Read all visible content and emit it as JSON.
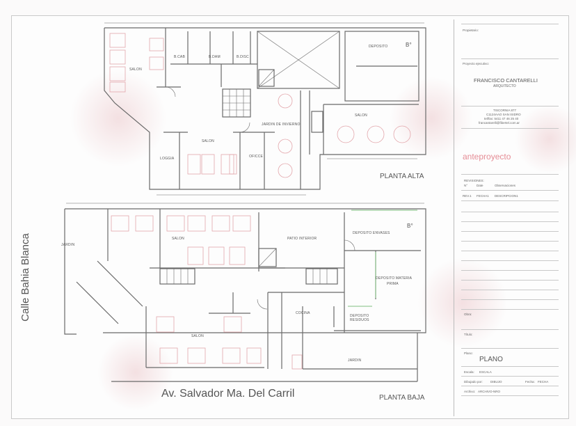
{
  "planta_alta": {
    "title": "PLANTA ALTA",
    "rooms": {
      "salon_left": "SALON",
      "b_cab": "B.CAB",
      "b_dam": "B.DAM",
      "b_disc": "B.DISC",
      "deposito": "DEPOSITO",
      "bano_mark": "B°",
      "jardin_invierno": "JARDIN DE INVIERNO",
      "salon_center": "SALON",
      "loggia": "LOGGIA",
      "office": "OFICCE",
      "salon_right": "SALON"
    }
  },
  "planta_baja": {
    "title": "PLANTA BAJA",
    "rooms": {
      "jardin_left": "JARDIN",
      "salon_top": "SALON",
      "patio_interior": "PATIO INTERIOR",
      "deposito_envases": "DEPOSITO ENVASES",
      "bano_mark": "B°",
      "deposito_materia_prima_1": "DEPOSITO MATERIA",
      "deposito_materia_prima_2": "PRIMA",
      "cocina": "COCINA",
      "deposito_residuos_1": "DEPOSITO",
      "deposito_residuos_2": "RESIDUOS",
      "salon_bottom": "SALON",
      "jardin_right": "JARDIN"
    }
  },
  "streets": {
    "side": "Calle Bahia Blanca",
    "front": "Av. Salvador Ma. Del Carril"
  },
  "title_block": {
    "propietario_label": "Propietario:",
    "proyecto_label": "Proyecto ejecutivo:",
    "architect_name": "FRANCISCO CANTARELLI",
    "architect_title": "ARQUITECTO",
    "address_1": "TISCORNIA 877",
    "address_2": "C1124AAO SAN ISIDRO",
    "phone": "tel/fax: 5411 47 46 25 40",
    "email": "francantarelli@fibertel.com.ar",
    "stage": "anteproyecto",
    "revisiones_label": "REVISIONES:",
    "rev_cols": [
      "N°",
      "Date",
      "Observaciones"
    ],
    "rev_row": [
      "REV.1",
      "FECHA1",
      "DESCRIPCION1"
    ],
    "obra_label": "Obra:",
    "titulo_label": "Título:",
    "plano_label": "Plano:",
    "plano_value": "PLANO",
    "escala_label": "Escala:",
    "escala_value": "ESCALA",
    "dibujado_label": "Dibujado por:",
    "dibujado_value": "DIBUJO",
    "fecha_label": "Fecha:",
    "fecha_value": "FECHA",
    "archivo_label": "Archivo:",
    "archivo_value": "ARCHIVO-NRO"
  },
  "colors": {
    "line": "#6a6a6a",
    "furniture": "#e3a6ab",
    "stage_text": "#e58d96",
    "green": "#7fbf7f"
  }
}
